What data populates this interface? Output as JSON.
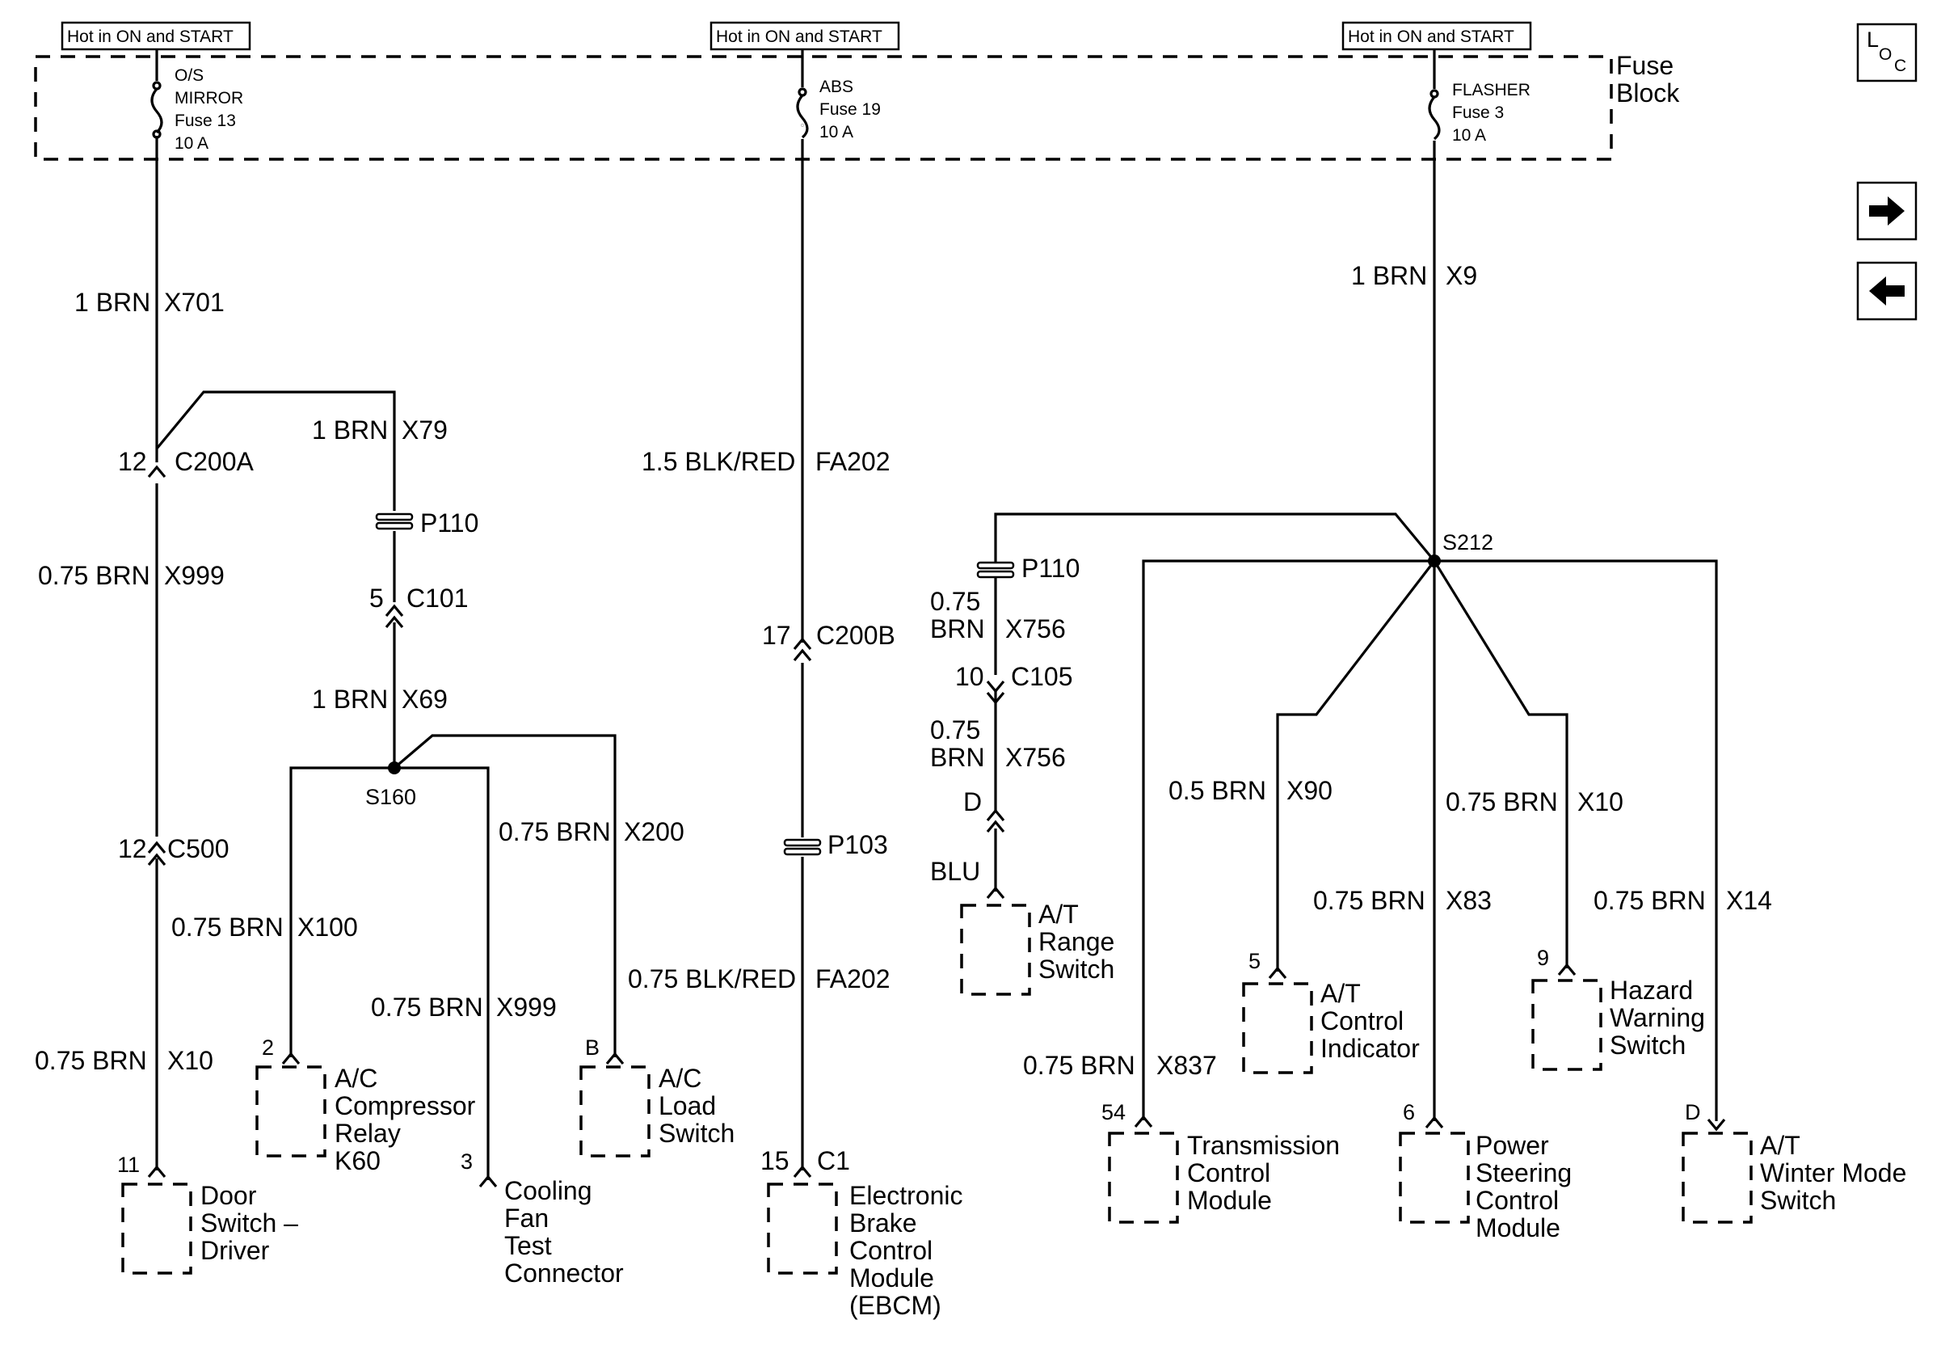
{
  "fuse_block": {
    "label_line1": "Fuse",
    "label_line2": "Block",
    "hot_label": "Hot in ON and START",
    "fuses": [
      {
        "l1": "O/S",
        "l2": "MIRROR",
        "l3": "Fuse 13",
        "l4": "10 A"
      },
      {
        "l1": "ABS",
        "l2": "Fuse 19",
        "l3": "10 A"
      },
      {
        "l1": "FLASHER",
        "l2": "Fuse 3",
        "l3": "10 A"
      }
    ]
  },
  "nav": {
    "loc_l": "L",
    "loc_o": "O",
    "loc_c": "C",
    "next": "next-page",
    "prev": "previous-page"
  },
  "wires": {
    "x701": {
      "gauge": "1 BRN",
      "circuit": "X701"
    },
    "x79": {
      "gauge": "1 BRN",
      "circuit": "X79"
    },
    "x999a": {
      "gauge": "0.75 BRN",
      "circuit": "X999"
    },
    "x69": {
      "gauge": "1 BRN",
      "circuit": "X69"
    },
    "x200": {
      "gauge": "0.75 BRN",
      "circuit": "X200"
    },
    "x100": {
      "gauge": "0.75 BRN",
      "circuit": "X100"
    },
    "x999b": {
      "gauge": "0.75 BRN",
      "circuit": "X999"
    },
    "x10a": {
      "gauge": "0.75 BRN",
      "circuit": "X10"
    },
    "fa202a": {
      "gauge": "1.5 BLK/RED",
      "circuit": "FA202"
    },
    "fa202b": {
      "gauge": "0.75 BLK/RED",
      "circuit": "FA202"
    },
    "x9": {
      "gauge": "1 BRN",
      "circuit": "X9"
    },
    "x756a": {
      "gauge1": "0.75",
      "gauge2": "BRN",
      "circuit": "X756"
    },
    "x756b": {
      "gauge1": "0.75",
      "gauge2": "BRN",
      "circuit": "X756"
    },
    "blu": {
      "gauge": "BLU"
    },
    "x90": {
      "gauge": "0.5 BRN",
      "circuit": "X90"
    },
    "x10b": {
      "gauge": "0.75 BRN",
      "circuit": "X10"
    },
    "x83": {
      "gauge": "0.75 BRN",
      "circuit": "X83"
    },
    "x14": {
      "gauge": "0.75 BRN",
      "circuit": "X14"
    },
    "x837": {
      "gauge": "0.75 BRN",
      "circuit": "X837"
    }
  },
  "connectors": {
    "c200a": {
      "pin": "12",
      "name": "C200A"
    },
    "p110a": {
      "name": "P110"
    },
    "c101": {
      "pin": "5",
      "name": "C101"
    },
    "s160": {
      "name": "S160"
    },
    "c500": {
      "pin": "12",
      "name": "C500"
    },
    "c200b": {
      "pin": "17",
      "name": "C200B"
    },
    "p103": {
      "name": "P103"
    },
    "c1": {
      "pin": "15",
      "name": "C1"
    },
    "s212": {
      "name": "S212"
    },
    "p110b": {
      "name": "P110"
    },
    "c105": {
      "pin": "10",
      "name": "C105"
    },
    "d1": {
      "pin": "D"
    }
  },
  "components": {
    "door_switch": {
      "pin": "11",
      "lines": [
        "Door",
        "Switch –",
        "Driver"
      ]
    },
    "ac_relay": {
      "pin": "2",
      "lines": [
        "A/C",
        "Compressor",
        "Relay",
        "K60"
      ]
    },
    "cooling_fan": {
      "pin": "3",
      "lines": [
        "Cooling",
        "Fan",
        "Test",
        "Connector"
      ]
    },
    "ac_load": {
      "pin": "B",
      "lines": [
        "A/C",
        "Load",
        "Switch"
      ]
    },
    "ebcm": {
      "lines": [
        "Electronic",
        "Brake",
        "Control",
        "Module",
        "(EBCM)"
      ]
    },
    "at_range": {
      "lines": [
        "A/T",
        "Range",
        "Switch"
      ]
    },
    "at_control": {
      "pin": "5",
      "lines": [
        "A/T",
        "Control",
        "Indicator"
      ]
    },
    "hazard": {
      "pin": "9",
      "lines": [
        "Hazard",
        "Warning",
        "Switch"
      ]
    },
    "tcm": {
      "pin": "54",
      "lines": [
        "Transmission",
        "Control",
        "Module"
      ]
    },
    "pscm": {
      "pin": "6",
      "lines": [
        "Power",
        "Steering",
        "Control",
        "Module"
      ]
    },
    "winter": {
      "pin": "D",
      "lines": [
        "A/T",
        "Winter Mode",
        "Switch"
      ]
    }
  }
}
